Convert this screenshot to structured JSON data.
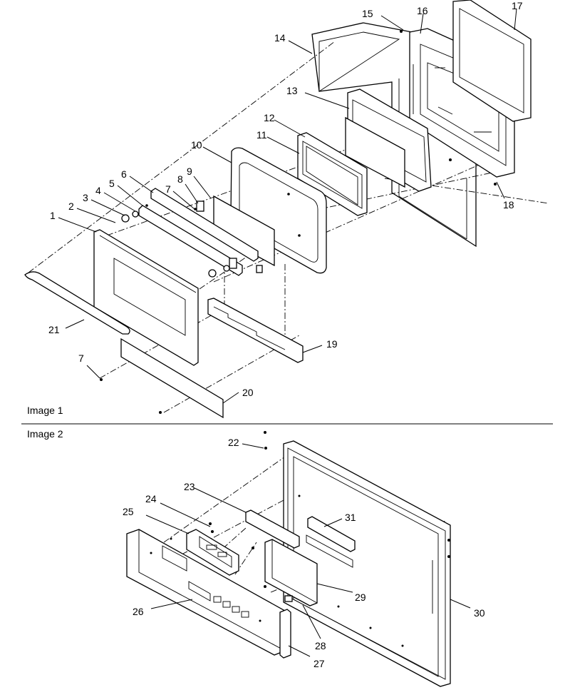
{
  "figure": {
    "image1_title": "Image 1",
    "image2_title": "Image 2"
  },
  "callouts_image1": [
    "1",
    "2",
    "3",
    "4",
    "5",
    "6",
    "7",
    "8",
    "9",
    "10",
    "11",
    "12",
    "13",
    "14",
    "15",
    "16",
    "17",
    "18",
    "19",
    "20",
    "21",
    "7"
  ],
  "callouts_image2": [
    "22",
    "23",
    "24",
    "25",
    "26",
    "27",
    "28",
    "29",
    "30",
    "31"
  ]
}
